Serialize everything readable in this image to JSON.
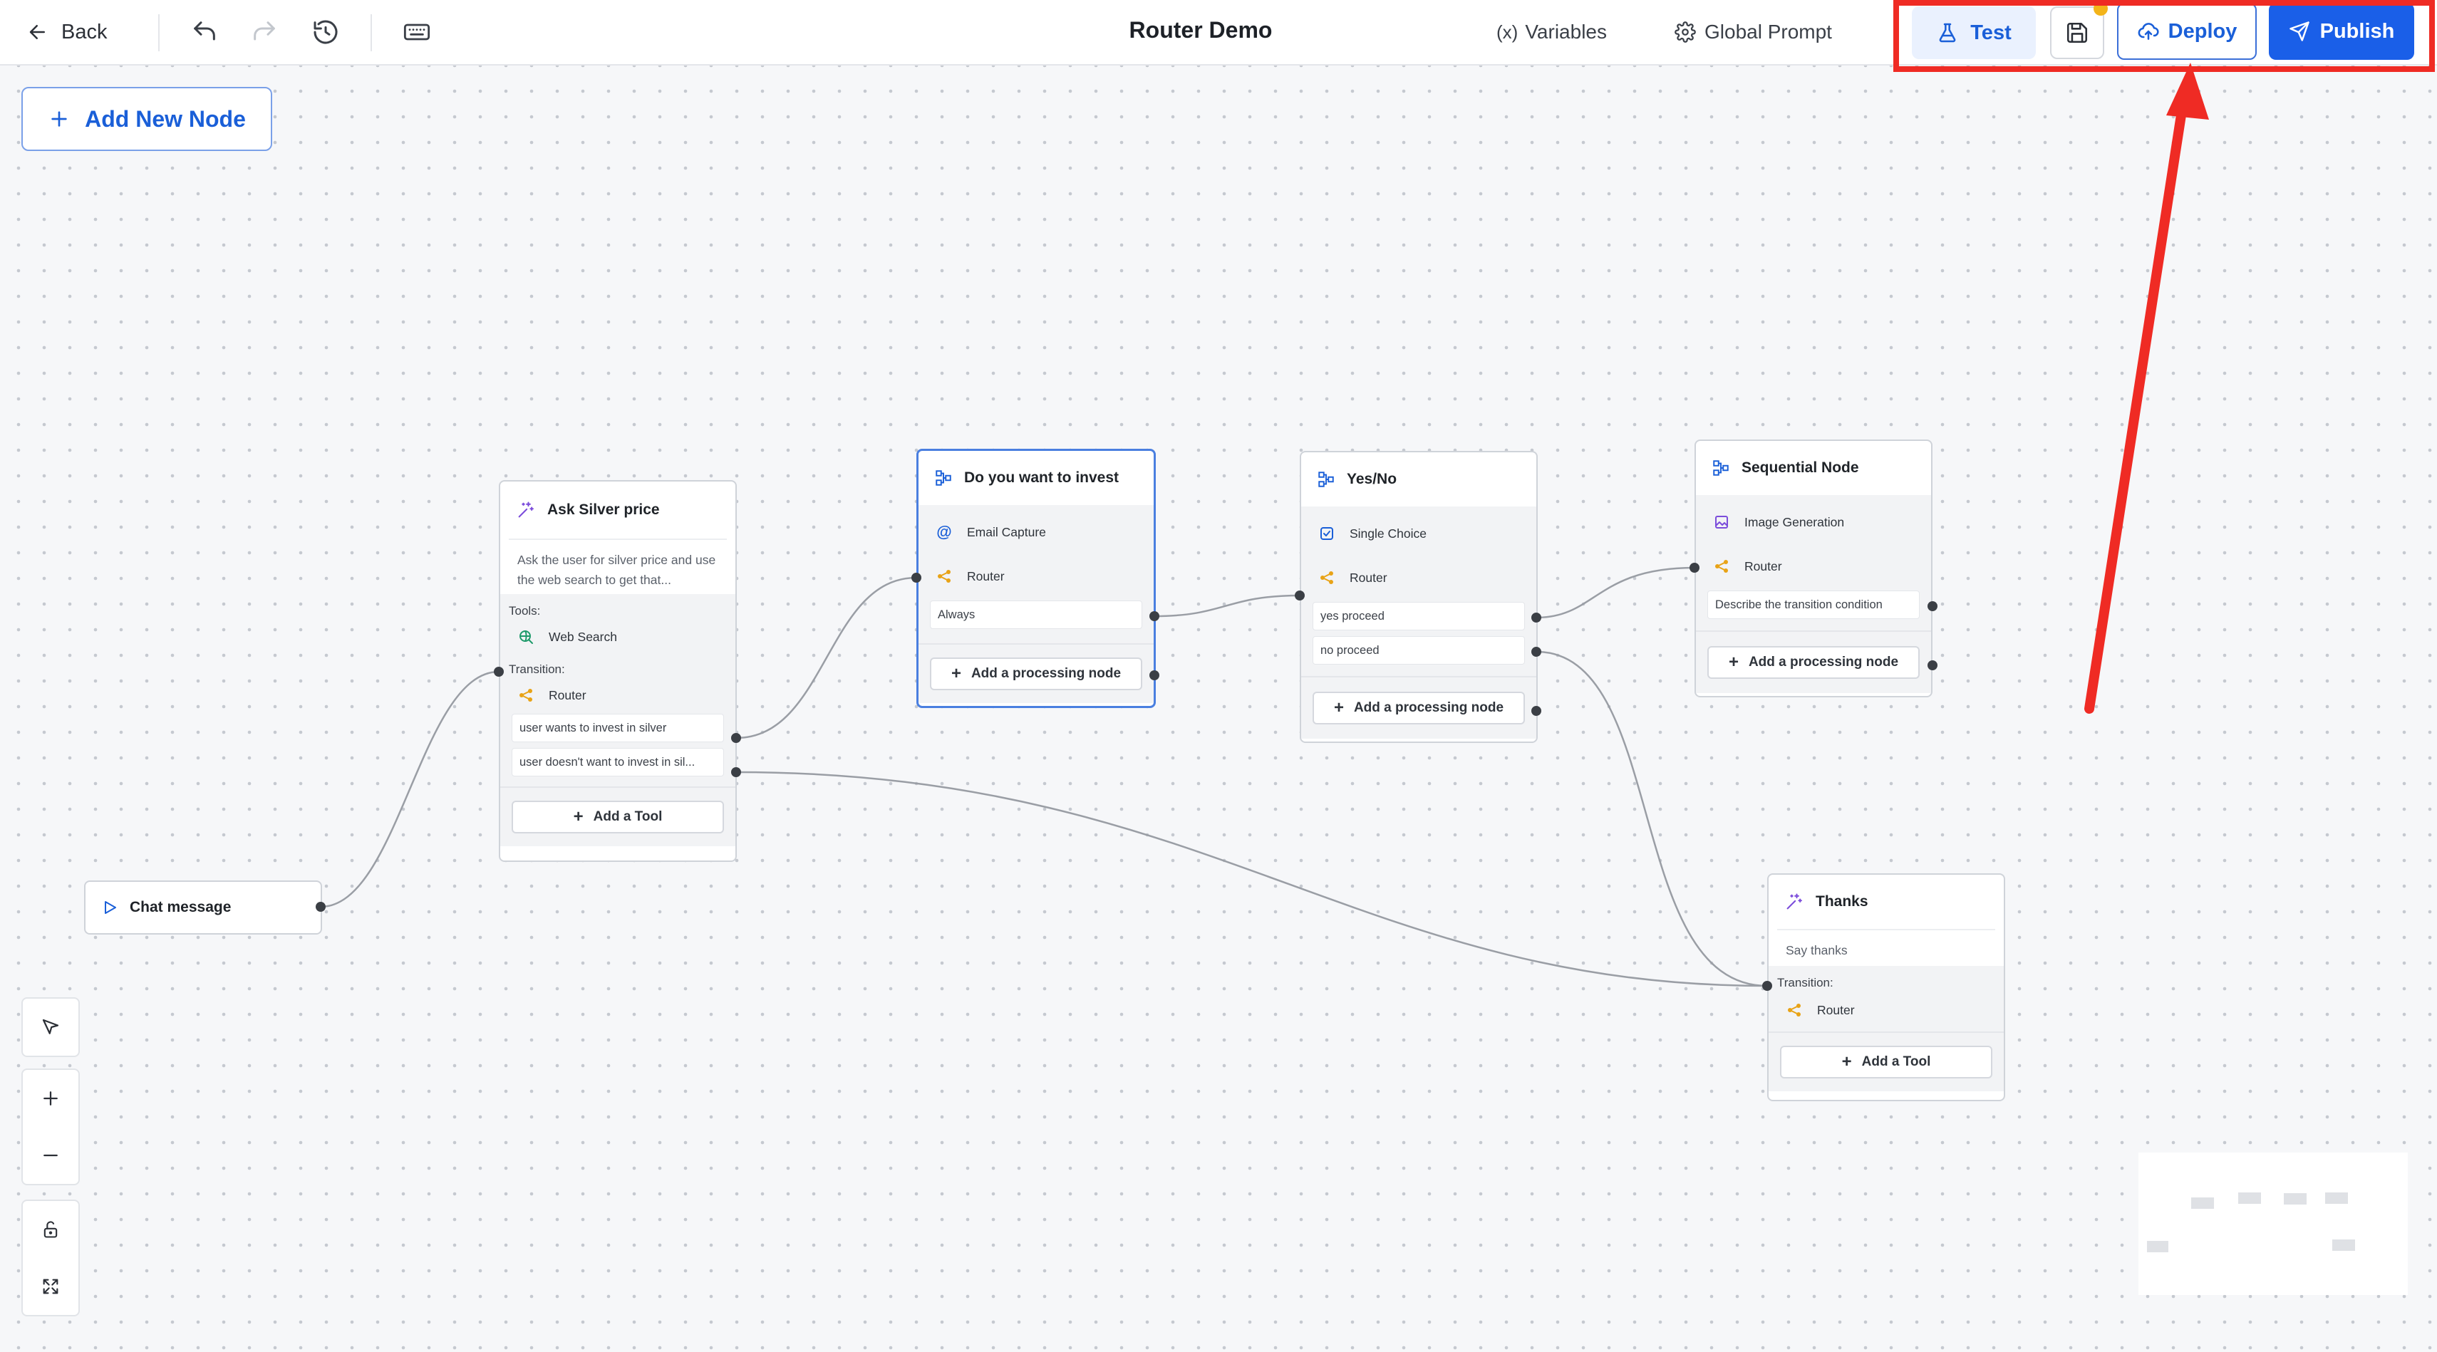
{
  "topbar": {
    "back_label": "Back",
    "title": "Router Demo",
    "variables_label": "Variables",
    "variables_icon_text": "(x)",
    "global_prompt_label": "Global Prompt",
    "test_label": "Test",
    "deploy_label": "Deploy",
    "publish_label": "Publish"
  },
  "canvas": {
    "add_node_label": "Add New Node"
  },
  "nodes": {
    "chat_message": {
      "title": "Chat message"
    },
    "ask_silver": {
      "title": "Ask Silver price",
      "description": "Ask the user for silver price and use the web search to get that...",
      "tools_label": "Tools:",
      "tool_name": "Web Search",
      "transition_label": "Transition:",
      "router_label": "Router",
      "conditions": [
        "user wants to invest in silver",
        "user doesn't want to invest in sil..."
      ],
      "add_tool_label": "Add a Tool"
    },
    "invest": {
      "title": "Do you want to invest",
      "email_label": "Email Capture",
      "router_label": "Router",
      "condition": "Always",
      "add_label": "Add a processing node"
    },
    "yesno": {
      "title": "Yes/No",
      "choice_label": "Single Choice",
      "router_label": "Router",
      "conditions": [
        "yes proceed",
        "no proceed"
      ],
      "add_label": "Add a processing node"
    },
    "sequential": {
      "title": "Sequential Node",
      "image_label": "Image Generation",
      "router_label": "Router",
      "condition": "Describe the transition condition",
      "add_label": "Add a processing node"
    },
    "thanks": {
      "title": "Thanks",
      "description": "Say thanks",
      "transition_label": "Transition:",
      "router_label": "Router",
      "add_tool_label": "Add a Tool"
    }
  },
  "colors": {
    "accent": "#1a5fe8",
    "highlight": "#ef2b24",
    "router": "#e8a317",
    "agent": "#7c4ddb"
  }
}
